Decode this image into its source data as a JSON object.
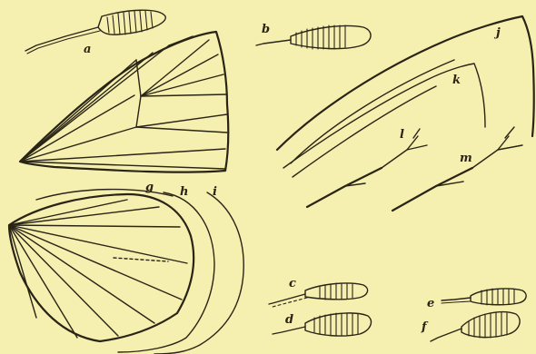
{
  "figure": {
    "background": "#f5efb0",
    "ink": "#2a2416",
    "labels": {
      "a": "a",
      "b": "b",
      "c": "c",
      "d": "d",
      "e": "e",
      "f": "f",
      "g": "g",
      "h": "h",
      "i": "i",
      "j": "j",
      "k": "k",
      "l": "l",
      "m": "m"
    }
  }
}
